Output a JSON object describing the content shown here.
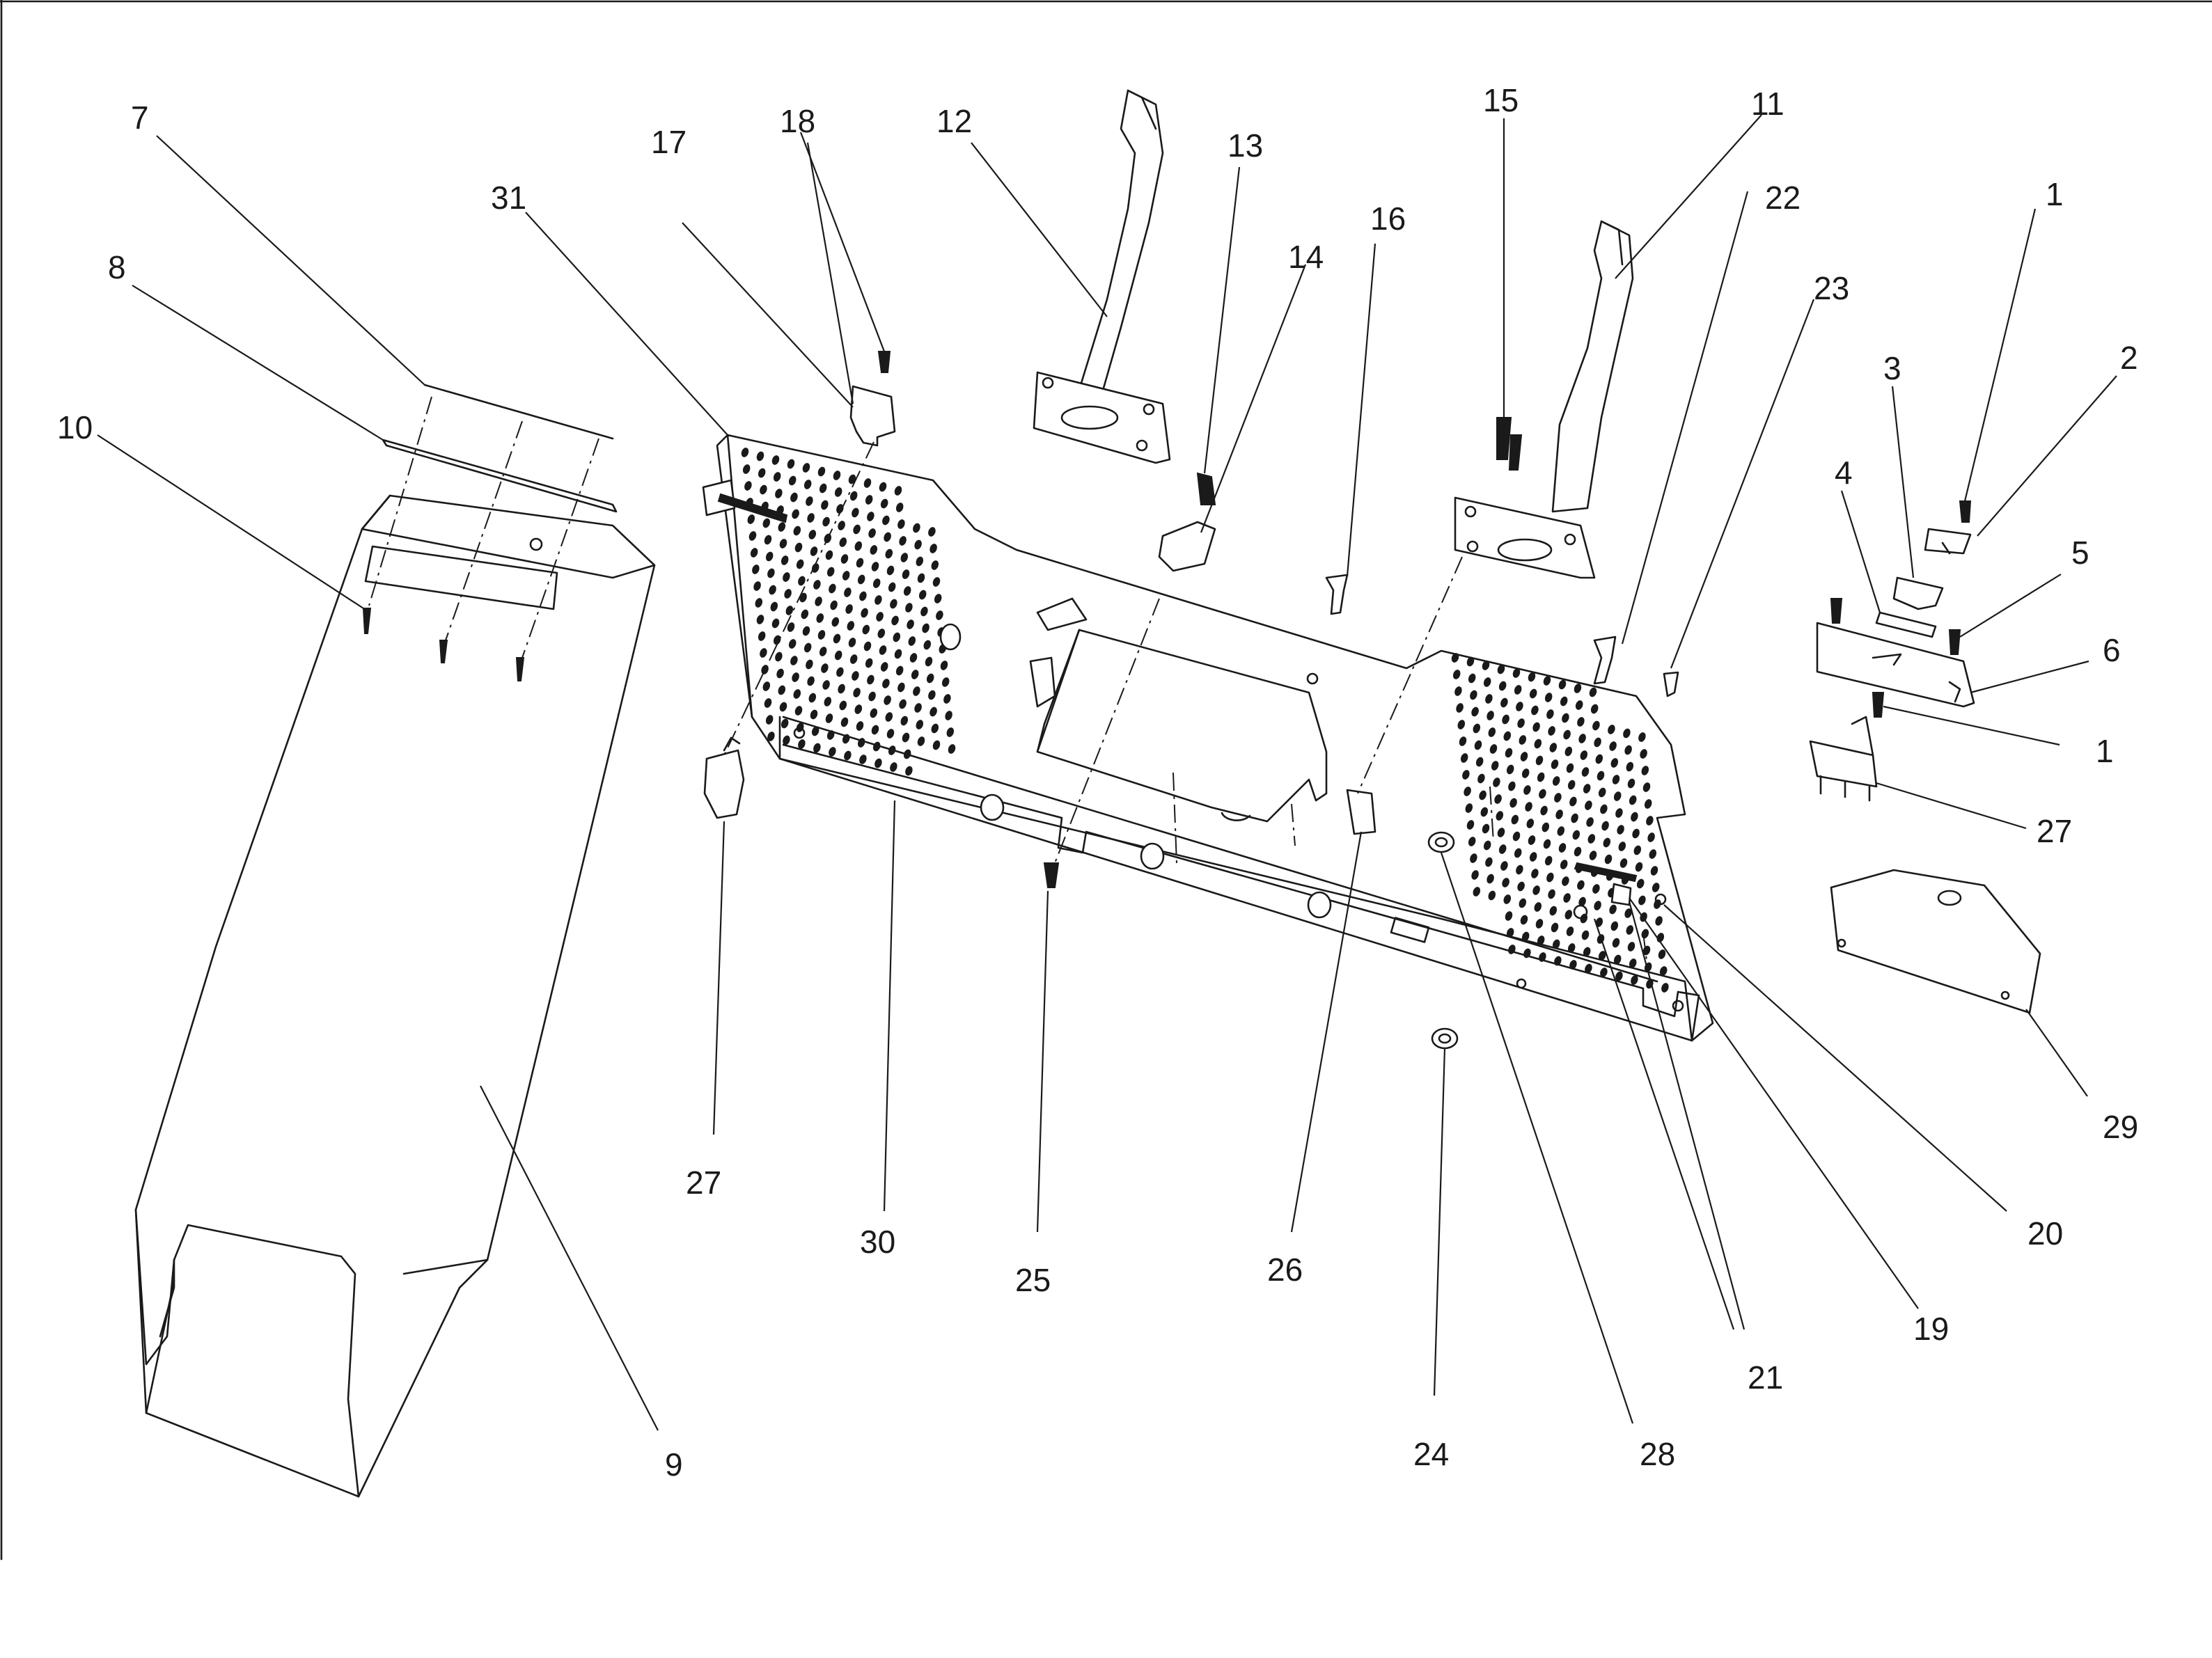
{
  "diagram": {
    "callouts": [
      {
        "id": "c1a",
        "text": "1"
      },
      {
        "id": "c1b",
        "text": "1"
      },
      {
        "id": "c2",
        "text": "2"
      },
      {
        "id": "c3",
        "text": "3"
      },
      {
        "id": "c4",
        "text": "4"
      },
      {
        "id": "c5",
        "text": "5"
      },
      {
        "id": "c6",
        "text": "6"
      },
      {
        "id": "c7",
        "text": "7"
      },
      {
        "id": "c8",
        "text": "8"
      },
      {
        "id": "c9",
        "text": "9"
      },
      {
        "id": "c10",
        "text": "10"
      },
      {
        "id": "c11",
        "text": "11"
      },
      {
        "id": "c12",
        "text": "12"
      },
      {
        "id": "c13",
        "text": "13"
      },
      {
        "id": "c14",
        "text": "14"
      },
      {
        "id": "c15",
        "text": "15"
      },
      {
        "id": "c16",
        "text": "16"
      },
      {
        "id": "c17",
        "text": "17"
      },
      {
        "id": "c18",
        "text": "18"
      },
      {
        "id": "c19",
        "text": "19"
      },
      {
        "id": "c20",
        "text": "20"
      },
      {
        "id": "c21",
        "text": "21"
      },
      {
        "id": "c22",
        "text": "22"
      },
      {
        "id": "c23",
        "text": "23"
      },
      {
        "id": "c24",
        "text": "24"
      },
      {
        "id": "c25",
        "text": "25"
      },
      {
        "id": "c26",
        "text": "26"
      },
      {
        "id": "c27a",
        "text": "27"
      },
      {
        "id": "c27b",
        "text": "27"
      },
      {
        "id": "c28",
        "text": "28"
      },
      {
        "id": "c29",
        "text": "29"
      },
      {
        "id": "c30",
        "text": "30"
      },
      {
        "id": "c31",
        "text": "31"
      }
    ]
  }
}
